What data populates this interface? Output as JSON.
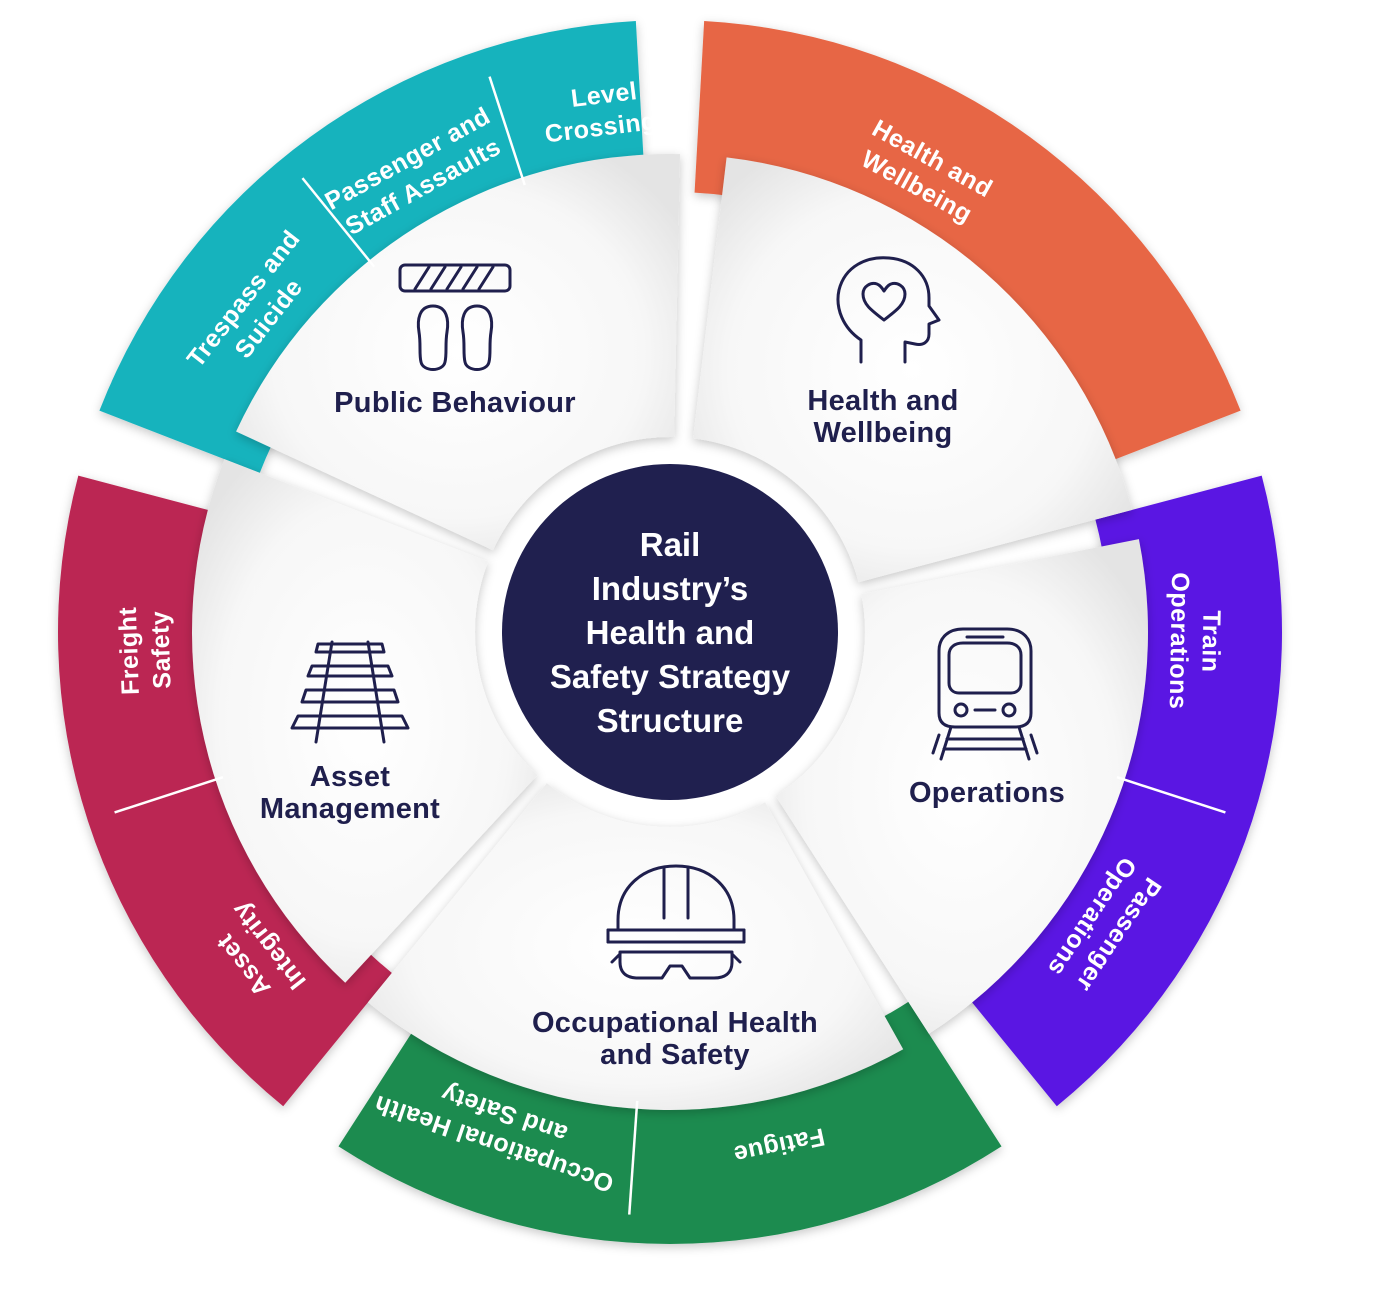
{
  "center": {
    "lines": [
      "Rail",
      "Industry’s",
      "Health and",
      "Safety Strategy",
      "Structure"
    ],
    "color": "#20204f"
  },
  "segments": [
    {
      "id": "public-behaviour",
      "title_lines": [
        "Public Behaviour"
      ],
      "icon": "footprints-at-platform-edge-icon",
      "color": "#16b3bd",
      "sub": [
        {
          "lines": [
            "Trespass and",
            "Suicide"
          ]
        },
        {
          "lines": [
            "Passenger and",
            "Staff Assaults"
          ]
        },
        {
          "lines": [
            "Level",
            "Crossings"
          ]
        }
      ]
    },
    {
      "id": "health-and-wellbeing",
      "title_lines": [
        "Health and",
        "Wellbeing"
      ],
      "icon": "head-with-heart-icon",
      "color": "#e76644",
      "sub": [
        {
          "lines": [
            "Health and",
            "Wellbeing"
          ]
        }
      ]
    },
    {
      "id": "operations",
      "title_lines": [
        "Operations"
      ],
      "icon": "train-front-icon",
      "color": "#5a17e3",
      "sub": [
        {
          "lines": [
            "Train",
            "Operations"
          ]
        },
        {
          "lines": [
            "Passenger",
            "Operations"
          ]
        }
      ]
    },
    {
      "id": "occupational-health-and-safety",
      "title_lines": [
        "Occupational Health",
        "and Safety"
      ],
      "icon": "hard-hat-goggles-icon",
      "color": "#1e8b4f",
      "sub": [
        {
          "lines": [
            "Fatigue"
          ]
        },
        {
          "lines": [
            "Occupational Health",
            "and Safety"
          ]
        }
      ]
    },
    {
      "id": "asset-management",
      "title_lines": [
        "Asset",
        "Management"
      ],
      "icon": "railway-track-icon",
      "color": "#bb2652",
      "sub": [
        {
          "lines": [
            "Asset",
            "Integrity"
          ]
        },
        {
          "lines": [
            "Freight",
            "Safety"
          ]
        }
      ]
    }
  ]
}
